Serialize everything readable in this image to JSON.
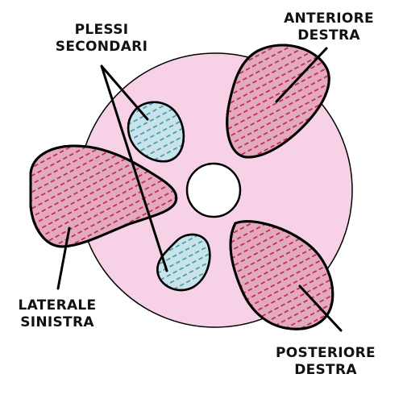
{
  "colors": {
    "disc": "#f7d2e6",
    "major_fill": "#e2a9bf",
    "major_hatch": "#c21d45",
    "minor_fill": "#c8e4ea",
    "minor_hatch": "#3f93a6",
    "ink": "#111111"
  },
  "labels": {
    "plessi_secondari": {
      "line1": "PLESSI",
      "line2": "SECONDARI"
    },
    "anteriore_destra": {
      "line1": "ANTERIORE",
      "line2": "DESTRA"
    },
    "laterale_sinistra": {
      "line1": "LATERALE",
      "line2": "SINISTRA"
    },
    "posteriore_destra": {
      "line1": "POSTERIORE",
      "line2": "DESTRA"
    }
  }
}
